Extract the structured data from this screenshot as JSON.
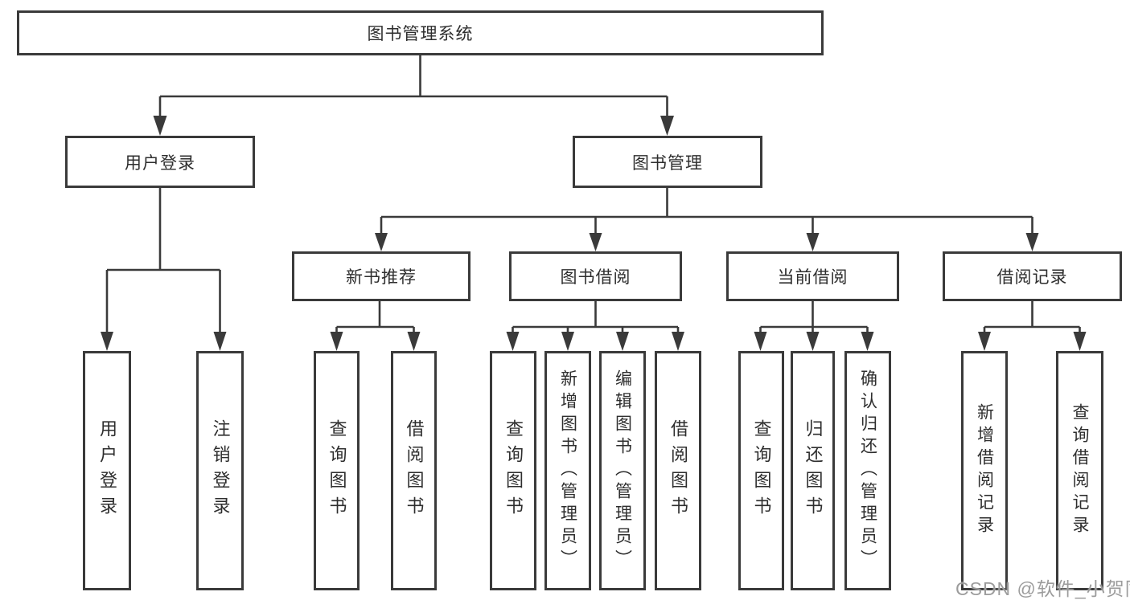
{
  "nodes": {
    "root": "图书管理系统",
    "level2": [
      "用户登录",
      "图书管理"
    ],
    "level3": [
      "新书推荐",
      "图书借阅",
      "当前借阅",
      "借阅记录"
    ],
    "leaves_user_login": [
      "用户登录",
      "注销登录"
    ],
    "leaves_new_book": [
      "查询图书",
      "借阅图书"
    ],
    "leaves_book_borrow": [
      "查询图书",
      "新增图书（管理员）",
      "编辑图书（管理员）",
      "借阅图书"
    ],
    "leaves_current_borrow": [
      "查询图书",
      "归还图书",
      "确认归还（管理员）"
    ],
    "leaves_borrow_records": [
      "新增借阅记录",
      "查询借阅记录"
    ]
  },
  "watermark": "CSDN @软件_小贺同学",
  "colors": {
    "line": "#3a3a3a",
    "text": "#2e2e2e",
    "watermark": "#9c9c9c",
    "background": "#ffffff"
  }
}
